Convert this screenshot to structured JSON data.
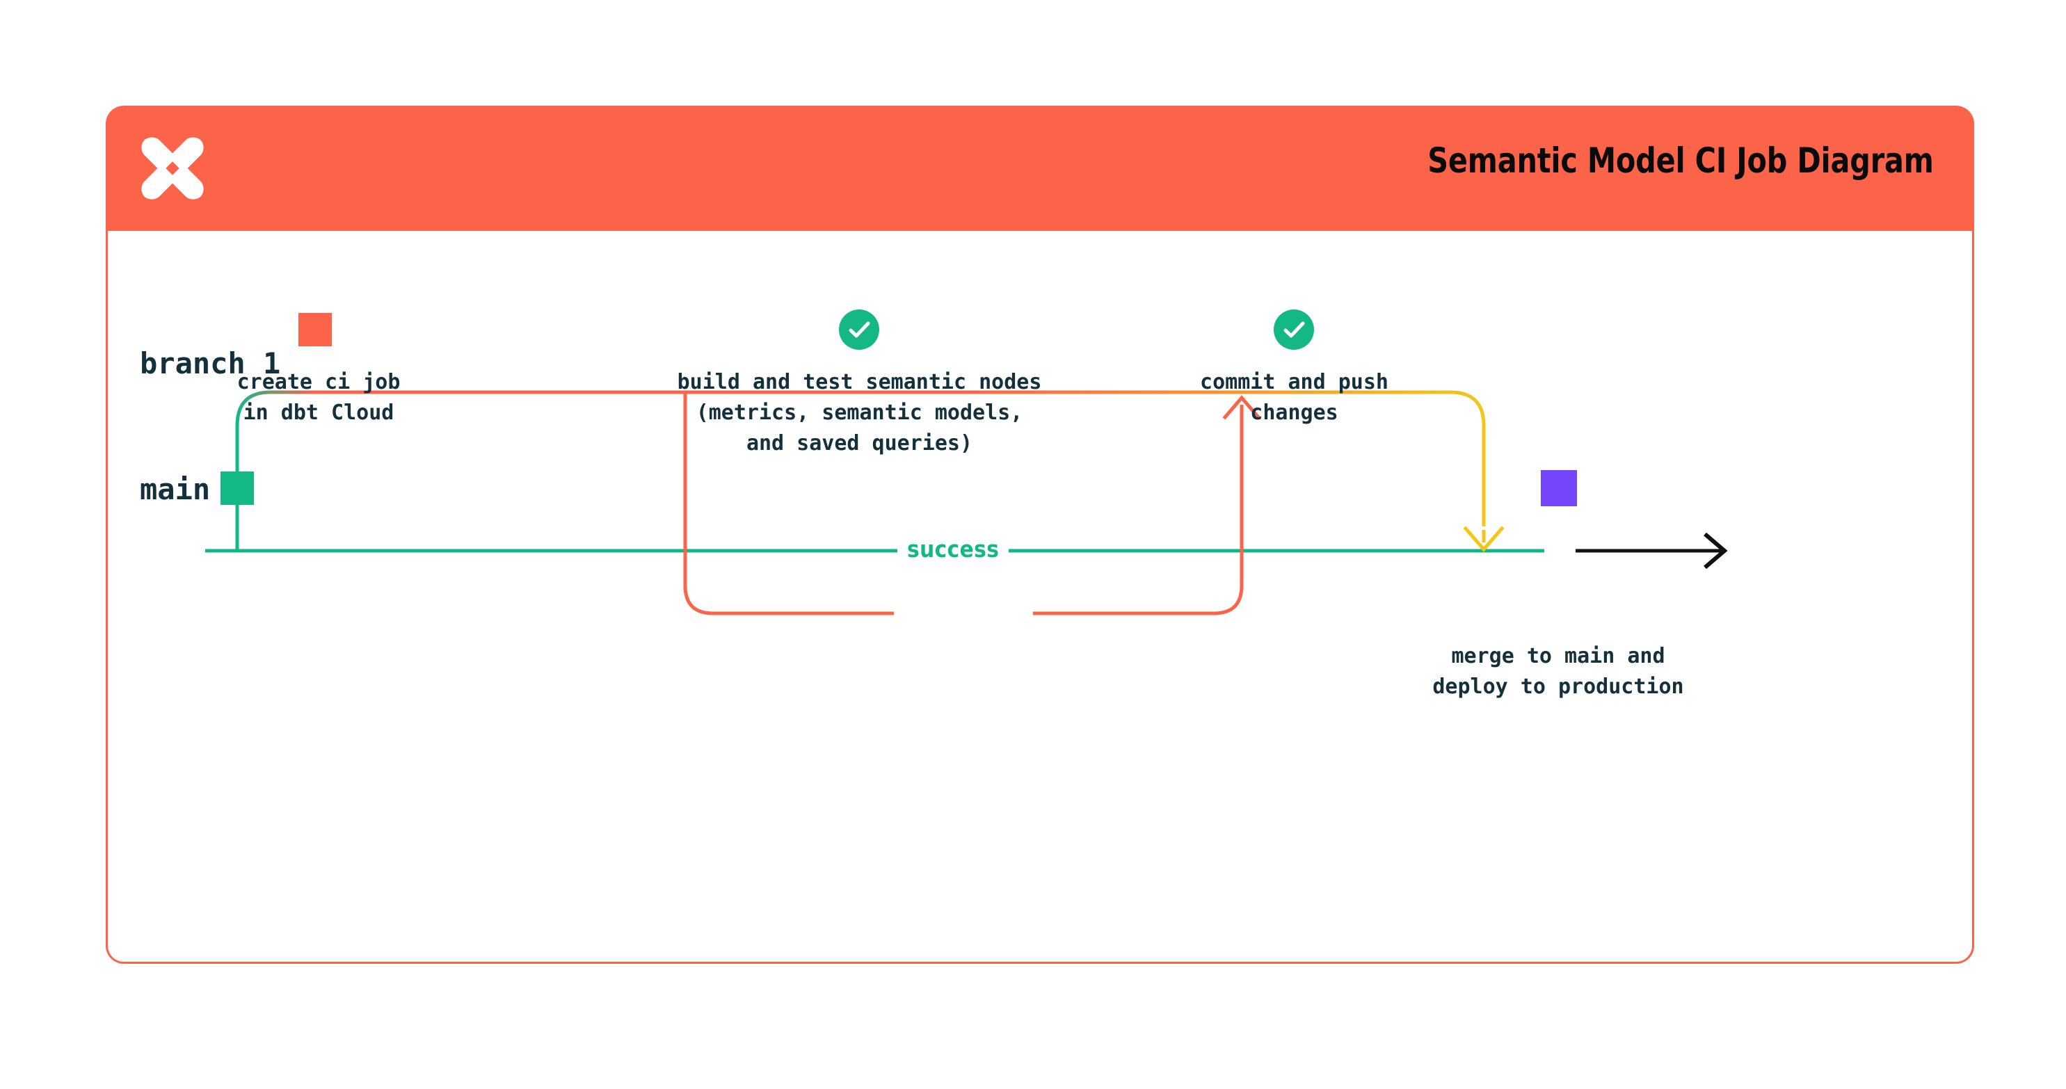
{
  "card": {
    "title": "Semantic Model CI Job Diagram",
    "logo_icon": "dbt-x-logo-icon",
    "header_color": "#FC6449",
    "border_color": "#FC6449",
    "background_color": "#FFFFFF"
  },
  "diagram": {
    "type": "git-branch-flow",
    "text_color": "#14303D",
    "branches": [
      {
        "id": "branch-1",
        "name": "branch 1",
        "lane": "top",
        "line_color_start": "#14B885",
        "line_color_end": "#F5C518"
      },
      {
        "id": "main",
        "name": "main",
        "lane": "bottom",
        "line_color_start": "#14B885",
        "line_color_end": "#000000"
      }
    ],
    "markers": [
      {
        "id": "main-start",
        "shape": "square",
        "color": "#14B885",
        "branch": "main",
        "label": ""
      },
      {
        "id": "create-ci-job",
        "shape": "square",
        "color": "#FC6449",
        "branch": "branch 1",
        "label": "create ci job\nin dbt Cloud"
      },
      {
        "id": "build-and-test",
        "shape": "check-circle",
        "color": "#14B885",
        "branch": "branch 1",
        "label": "build and test semantic nodes\n(metrics, semantic models,\nand saved queries)"
      },
      {
        "id": "commit-and-push",
        "shape": "check-circle",
        "color": "#14B885",
        "branch": "branch 1",
        "label": "commit and push\nchanges"
      },
      {
        "id": "merge-to-main",
        "shape": "square",
        "color": "#7545FA",
        "branch": "main",
        "label": "merge to main and\ndeploy to production"
      }
    ],
    "loop": {
      "id": "success-loop",
      "label": "success",
      "label_color": "#14B885",
      "path_color": "#FC6449",
      "arrow_direction": "up"
    },
    "merge_arrow": {
      "id": "merge-arrow",
      "color": "#F5C518",
      "direction": "down"
    },
    "end_arrow": {
      "id": "main-end-arrow",
      "color": "#111111",
      "direction": "right"
    }
  }
}
